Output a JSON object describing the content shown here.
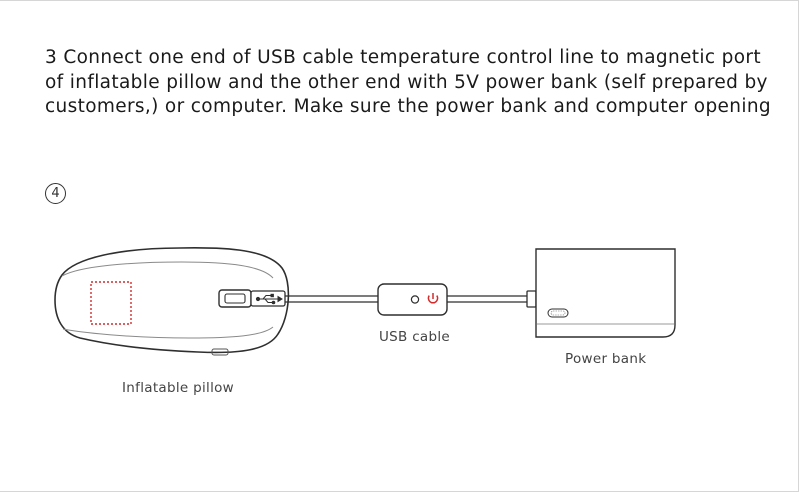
{
  "instruction": {
    "text": "3 Connect one end of USB cable temperature control line to magnetic port of inflatable pillow and the other end with 5V power bank (self prepared by customers,) or computer. Make sure the power bank and computer opening"
  },
  "step_marker": "4",
  "labels": {
    "pillow": "Inflatable pillow",
    "cable": "USB cable",
    "power_bank": "Power bank"
  },
  "colors": {
    "line": "#3a3a3a",
    "light_line": "#9a9a9a",
    "accent_red": "#d42a2a"
  },
  "icons": {
    "usb_symbol": "usb-icon",
    "power_symbol": "power-icon"
  }
}
